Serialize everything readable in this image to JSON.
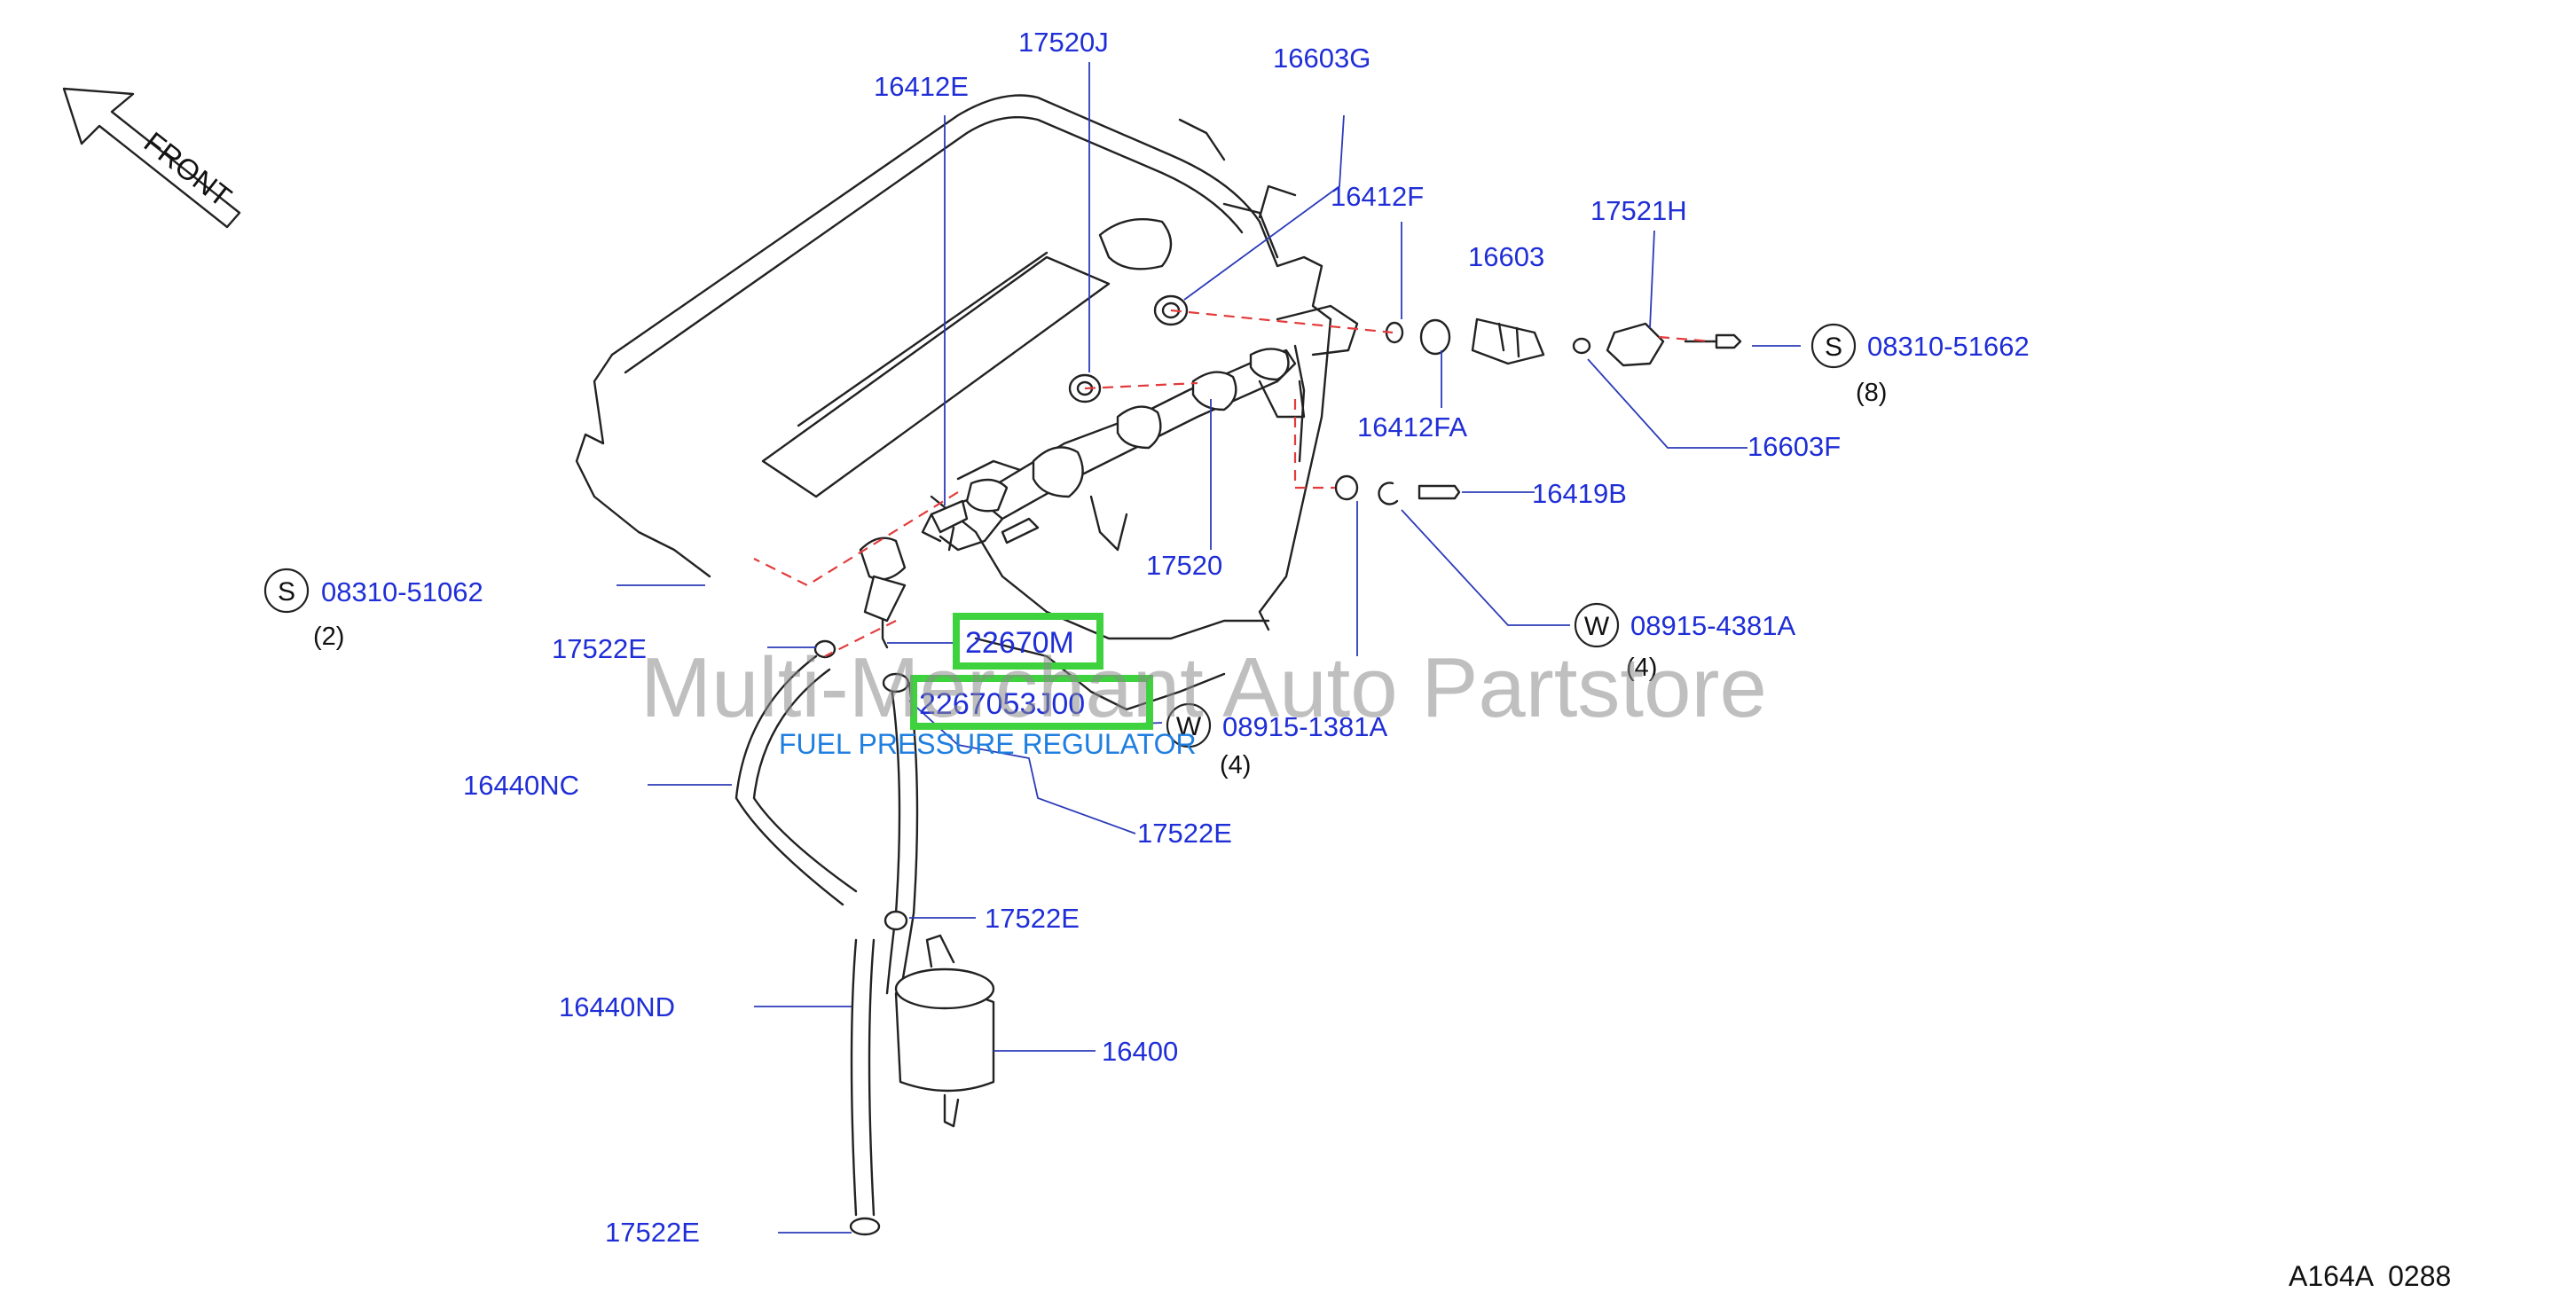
{
  "diagram": {
    "front_label": "FRONT",
    "parts": {
      "p17520J": "17520J",
      "p16412E": "16412E",
      "p16603G": "16603G",
      "p16412F": "16412F",
      "p17521H": "17521H",
      "p16603": "16603",
      "p08310_51662": "08310-51662",
      "p16412FA": "16412FA",
      "p16603F": "16603F",
      "p16419B": "16419B",
      "p17520": "17520",
      "p08310_51062": "08310-51062",
      "p17522E_a": "17522E",
      "p22670M": "22670M",
      "p2267053J00": "2267053J00",
      "p08915_4381A": "08915-4381A",
      "p08915_1381A": "08915-1381A",
      "p16440NC": "16440NC",
      "p17522E_b": "17522E",
      "p17522E_c": "17522E",
      "p16440ND": "16440ND",
      "p16400": "16400",
      "p17522E_d": "17522E"
    },
    "quantities": {
      "q8": "(8)",
      "q2": "(2)",
      "q4a": "(4)",
      "q4b": "(4)"
    },
    "symbols": {
      "s": "S",
      "w": "W"
    },
    "caption": "FUEL PRESSURE REGULATOR",
    "watermark": "Multi-Merchant Auto Partstore",
    "drawing_code": "A164A  0288",
    "colors": {
      "part_label": "#1f2ed6",
      "caption": "#1f7fe0",
      "highlight_box": "#3fd23f",
      "dashed_line": "#e33b3b",
      "watermark": "#8a8a8a"
    }
  }
}
